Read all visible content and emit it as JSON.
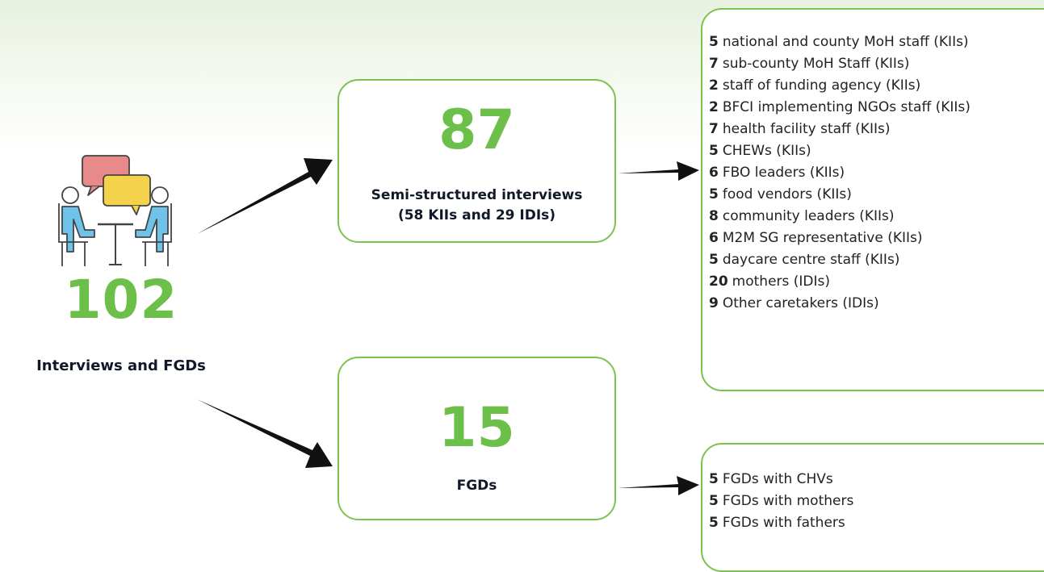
{
  "summary": {
    "total_number": "102",
    "total_label": "Interviews and FGDs"
  },
  "semi_structured": {
    "number": "87",
    "label_line1": "Semi-structured interviews",
    "label_line2": "(58 KIIs and 29 IDIs)",
    "items": [
      {
        "count": "5",
        "text": "national and county MoH staff (KIIs)"
      },
      {
        "count": "7",
        "text": "sub-county MoH Staff (KIIs)"
      },
      {
        "count": "2",
        "text": "staff of funding agency (KIIs)"
      },
      {
        "count": "2",
        "text": "BFCI implementing NGOs staff (KIIs)"
      },
      {
        "count": "7",
        "text": "health facility staff (KIIs)"
      },
      {
        "count": "5",
        "text": "CHEWs (KIIs)"
      },
      {
        "count": "6",
        "text": "FBO leaders (KIIs)"
      },
      {
        "count": "5",
        "text": "food vendors (KIIs)"
      },
      {
        "count": "8",
        "text": "community leaders (KIIs)"
      },
      {
        "count": "6",
        "text": "M2M SG representative (KIIs)"
      },
      {
        "count": "5",
        "text": "daycare centre staff (KIIs)"
      },
      {
        "count": "20",
        "text": "mothers (IDIs)"
      },
      {
        "count": "9",
        "text": "Other caretakers (IDIs)"
      }
    ]
  },
  "fgds": {
    "number": "15",
    "label": "FGDs",
    "items": [
      {
        "count": "5",
        "text": "FGDs with CHVs"
      },
      {
        "count": "5",
        "text": "FGDs with mothers"
      },
      {
        "count": "5",
        "text": "FGDs with fathers"
      }
    ]
  },
  "icon": {
    "name": "interview-meeting-icon"
  },
  "colors": {
    "accent_green": "#6cc04a",
    "box_border": "#7cc24f",
    "bubble_red": "#e8898a",
    "bubble_yellow": "#f5d24b",
    "person_blue": "#6fc3e8",
    "arrow": "#111111"
  }
}
